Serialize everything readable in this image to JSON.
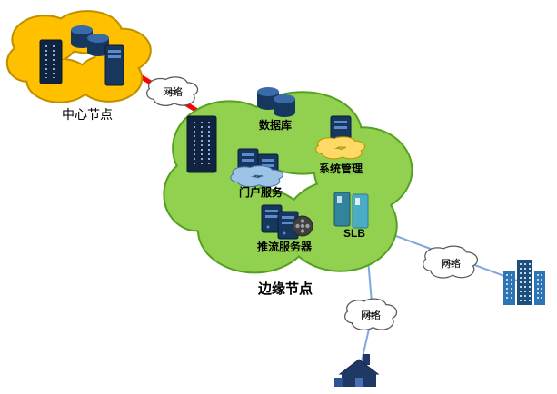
{
  "nodes": {
    "center": {
      "label": "中心节点"
    },
    "edge": {
      "label": "边缘节点"
    }
  },
  "links": [
    {
      "label": "网络",
      "style": "red-trunk"
    },
    {
      "label": "网络",
      "style": "blue"
    },
    {
      "label": "网络",
      "style": "blue"
    }
  ],
  "services": [
    {
      "label": "数据库"
    },
    {
      "label": "系统管理"
    },
    {
      "label": "门户服务"
    },
    {
      "label": "推流服务器"
    },
    {
      "label": "SLB"
    }
  ],
  "icons": {
    "center_cloud": [
      "rack-panel-icon",
      "database-cylinders-icon",
      "server-tower-icon"
    ],
    "edge_cloud": [
      "server-rack-icon",
      "database-cylinders-icon",
      "system-server-on-cloud-icon",
      "portal-servers-on-cloud-icon",
      "streaming-servers-film-reel-icon",
      "slb-cabinets-icon"
    ],
    "endpoints": [
      "city-buildings-icon",
      "campus-building-icon"
    ]
  },
  "colors": {
    "center_cloud_fill": "#FFC000",
    "center_cloud_border": "#BF8F00",
    "edge_cloud_fill": "#92D050",
    "edge_cloud_border": "#54A021",
    "network_cloud_fill": "#FFFFFF",
    "network_cloud_border": "#595959",
    "red_link": "#FF0000",
    "blue_link": "#7EA6E0",
    "icon_navy": "#17375E",
    "slb_teal": "#31849B",
    "slb_cyan": "#4BACC6"
  }
}
